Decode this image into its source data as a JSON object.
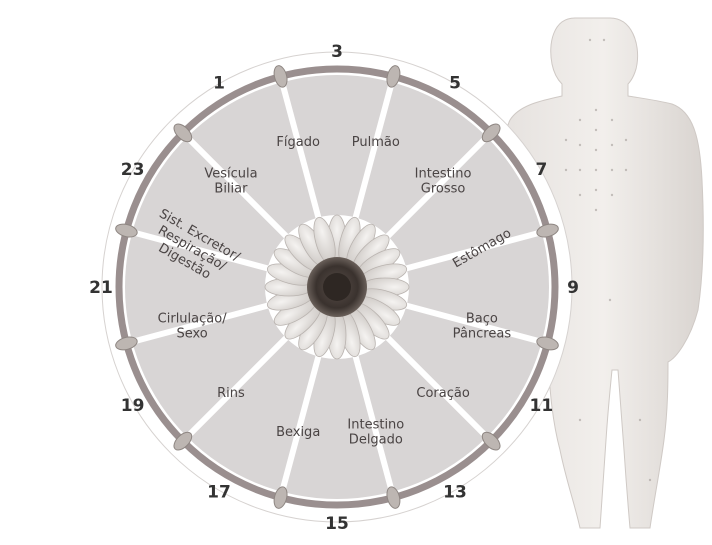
{
  "organ_clock": {
    "hour_labels": [
      "3",
      "5",
      "7",
      "9",
      "11",
      "13",
      "15",
      "17",
      "19",
      "21",
      "23",
      "1"
    ],
    "segments": [
      {
        "lines": [
          "Pulmão"
        ]
      },
      {
        "lines": [
          "Intestino",
          "Grosso"
        ]
      },
      {
        "lines": [
          "Estômago"
        ]
      },
      {
        "lines": [
          "Baço",
          "Pâncreas"
        ]
      },
      {
        "lines": [
          "Coração"
        ]
      },
      {
        "lines": [
          "Intestino",
          "Delgado"
        ]
      },
      {
        "lines": [
          "Bexiga"
        ]
      },
      {
        "lines": [
          "Rins"
        ]
      },
      {
        "lines": [
          "Cirlulação/",
          "Sexo"
        ]
      },
      {
        "lines": [
          "Sist. Excretor/",
          "Respiração/",
          "Digestão"
        ]
      },
      {
        "lines": [
          "Vesícula",
          "Biliar"
        ]
      },
      {
        "lines": [
          "Fígado"
        ]
      }
    ],
    "colors": {
      "ring": "#9a8f8f",
      "wedge": "#d8d5d5",
      "spoke": "#ffffff",
      "text": "#4a4444",
      "hour_text": "#333333"
    },
    "center_icon": "sunflower-icon",
    "background_figure": "human-acupuncture-figure"
  }
}
